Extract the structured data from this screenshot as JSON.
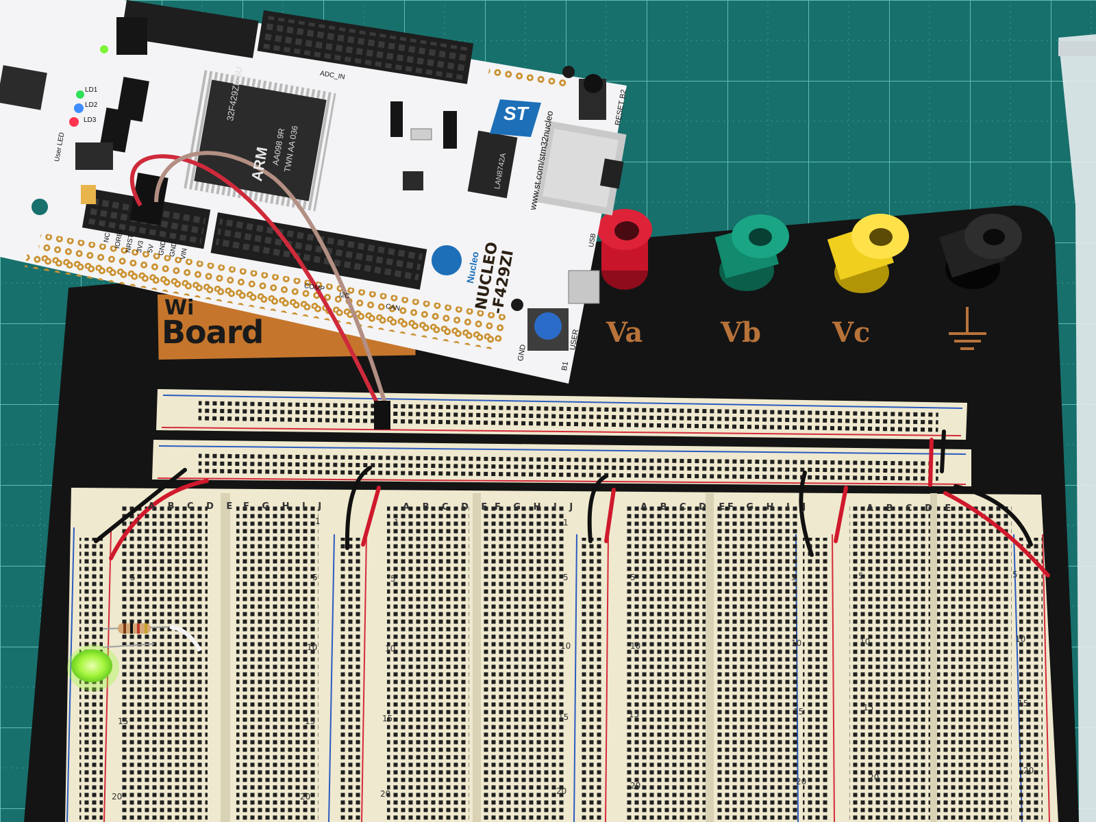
{
  "board": {
    "brand_logo_text": "ST",
    "url": "www.st.com/stm32nucleo",
    "model_line1": "NUCLEO",
    "model_line2": "-F429ZI",
    "nucleo_logo_text": "Nucleo",
    "chip_line1": "32F429ZIT6U",
    "chip_line2": "AA098 9R",
    "chip_line3": "TWN AA 036",
    "chip_brand": "ARM",
    "phy_chip_text": "LAN8742A",
    "reset_label": "RESET B2",
    "user_label": "USER",
    "b1_label": "B1",
    "gnd_label": "GND",
    "usb_label": "USB",
    "user_led_label": "User LED",
    "adc_label": "ADC_IN",
    "i2c_label": "I2C",
    "can_label": "CAN",
    "comp_label": "COMP",
    "header_pins": [
      "NC",
      "IOREF",
      "NRST",
      "3V3",
      "5V",
      "GND",
      "GND",
      "VIN"
    ],
    "ld_labels": [
      "LD1",
      "LD2",
      "LD3"
    ]
  },
  "workstation": {
    "logo_line1": "Wi",
    "logo_line2": "Board",
    "posts": [
      {
        "label": "Va",
        "color": "#c8152a"
      },
      {
        "label": "Vb",
        "color": "#128a6e"
      },
      {
        "label": "Vc",
        "color": "#f0cf1f"
      },
      {
        "label": "",
        "color": "#1c1c1c"
      }
    ]
  },
  "breadboard": {
    "column_letters_left": "A B C D E",
    "column_letters_right": "F G H I J",
    "row_numbers": [
      "1",
      "5",
      "10",
      "15",
      "20"
    ]
  },
  "colors": {
    "mat": "#17706c",
    "grid_line": "#5fb9b2",
    "base_board": "#141414",
    "breadboard": "#efe9cf",
    "pcb": "#f4f4f6",
    "rail_red": "#d42a3a",
    "rail_blue": "#2a5bbf",
    "led_green": "#9dfd3a"
  }
}
